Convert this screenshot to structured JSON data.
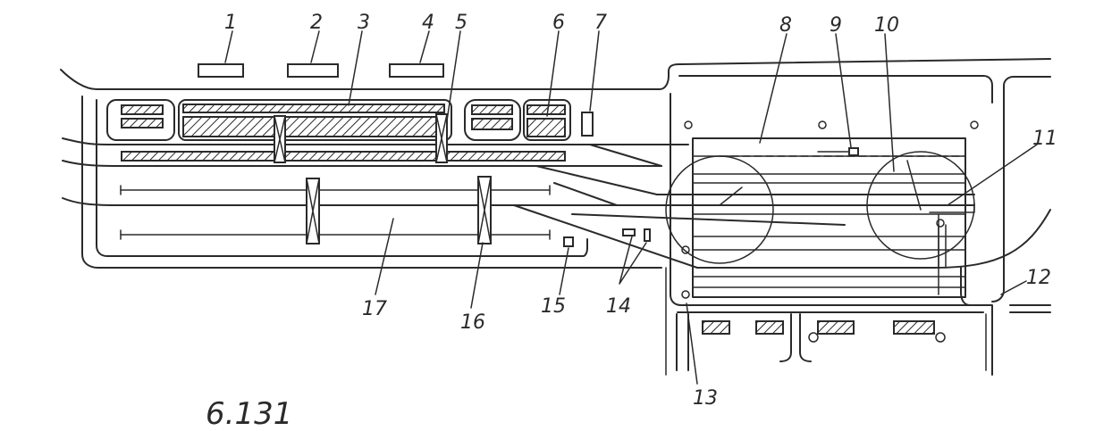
{
  "figure": {
    "label": "6.131",
    "callouts": [
      "1",
      "2",
      "3",
      "4",
      "5",
      "6",
      "7",
      "8",
      "9",
      "10",
      "11",
      "12",
      "13",
      "14",
      "15",
      "16",
      "17"
    ]
  }
}
